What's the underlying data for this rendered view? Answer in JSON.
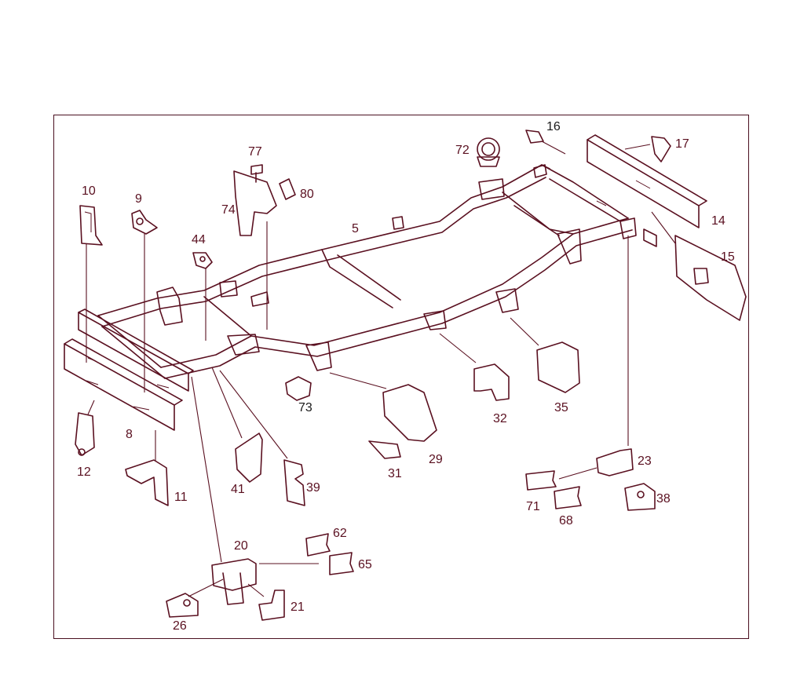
{
  "callouts": [
    {
      "id": "10",
      "text": "10"
    },
    {
      "id": "9",
      "text": "9"
    },
    {
      "id": "77",
      "text": "77"
    },
    {
      "id": "80",
      "text": "80"
    },
    {
      "id": "74",
      "text": "74"
    },
    {
      "id": "44",
      "text": "44"
    },
    {
      "id": "72",
      "text": "72"
    },
    {
      "id": "16",
      "text": "16"
    },
    {
      "id": "17",
      "text": "17"
    },
    {
      "id": "14",
      "text": "14"
    },
    {
      "id": "15",
      "text": "15"
    },
    {
      "id": "5",
      "text": "5"
    },
    {
      "id": "73",
      "text": "73"
    },
    {
      "id": "32",
      "text": "32"
    },
    {
      "id": "35",
      "text": "35"
    },
    {
      "id": "29",
      "text": "29"
    },
    {
      "id": "31",
      "text": "31"
    },
    {
      "id": "23",
      "text": "23"
    },
    {
      "id": "71",
      "text": "71"
    },
    {
      "id": "68",
      "text": "68"
    },
    {
      "id": "38",
      "text": "38"
    },
    {
      "id": "8",
      "text": "8"
    },
    {
      "id": "12",
      "text": "12"
    },
    {
      "id": "11",
      "text": "11"
    },
    {
      "id": "41",
      "text": "41"
    },
    {
      "id": "39",
      "text": "39"
    },
    {
      "id": "20",
      "text": "20"
    },
    {
      "id": "62",
      "text": "62"
    },
    {
      "id": "65",
      "text": "65"
    },
    {
      "id": "21",
      "text": "21"
    },
    {
      "id": "26",
      "text": "26"
    }
  ]
}
